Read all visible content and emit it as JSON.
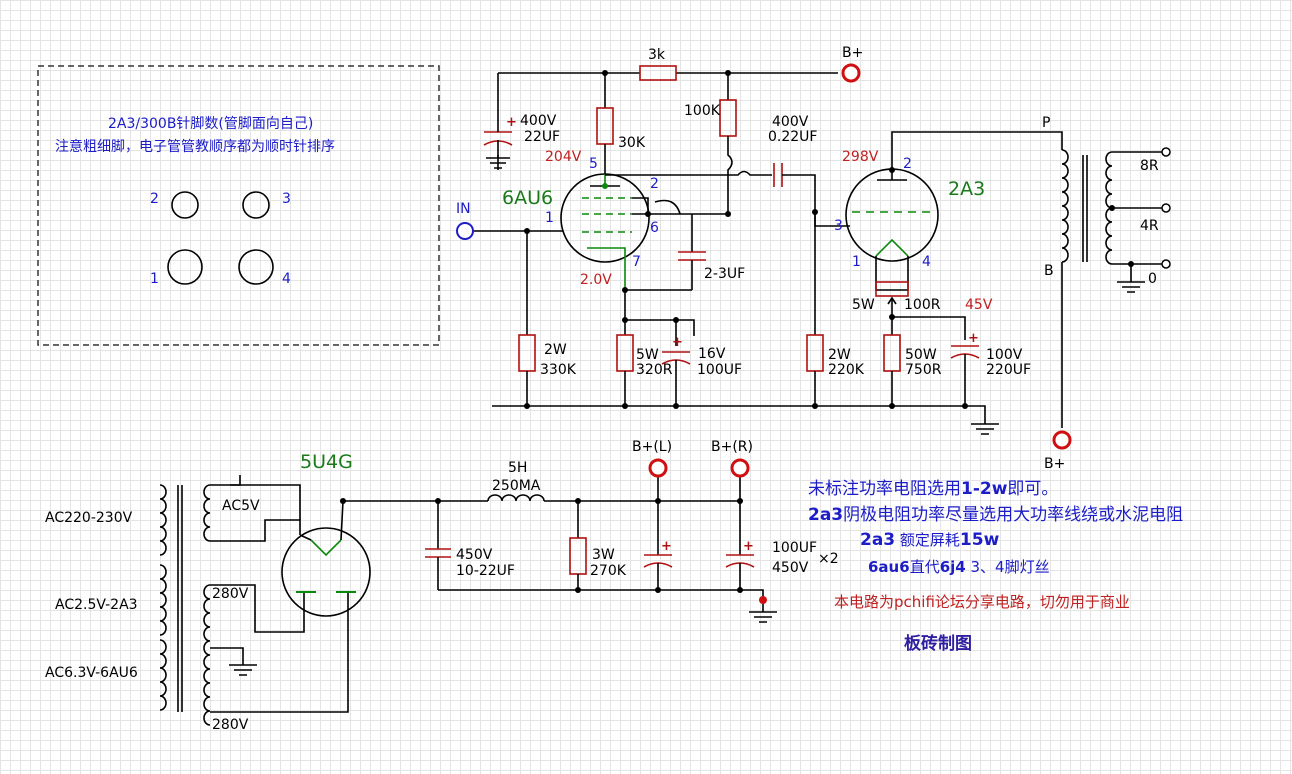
{
  "tubes": {
    "driver": "6AU6",
    "output": "2A3",
    "rectifier": "5U4G"
  },
  "pin_box": {
    "title": "2A3/300B针脚数(管脚面向自己)",
    "subtitle": "注意粗细脚，电子管管教顺序都为顺时针排序",
    "pins": [
      "2",
      "3",
      "1",
      "4"
    ]
  },
  "labels": {
    "in": "IN",
    "bplus_top": "B+",
    "bplus_out": "B+",
    "bplus_l": "B+(L)",
    "bplus_r": "B+(R)",
    "p": "P",
    "b": "B",
    "tap_8r": "8R",
    "tap_4r": "4R",
    "tap_0": "0",
    "ac_primary": "AC220-230V",
    "ac_25": "AC2.5V-2A3",
    "ac_63": "AC6.3V-6AU6",
    "ac_5v": "AC5V",
    "hv_top": "280V",
    "hv_bottom": "280V"
  },
  "components": {
    "r_3k": "3k",
    "r_100k": "100K",
    "r_30k": "30K",
    "c_in_v": "400V",
    "c_in_uf": "22UF",
    "c_coup_v": "400V",
    "c_coup_uf": "0.22UF",
    "c_fb": "2-3UF",
    "r_grid_w": "2W",
    "r_grid_v": "330K",
    "r_cath_w": "5W",
    "r_cath_v": "320R",
    "c_cath_v": "16V",
    "c_cath_uf": "100UF",
    "r_grid2_w": "2W",
    "r_grid2_v": "220K",
    "hum_pot_w": "5W",
    "hum_pot_v": "100R",
    "r_cath2_w": "50W",
    "r_cath2_v": "750R",
    "c_cath2_v": "100V",
    "c_cath2_uf": "220UF",
    "choke_h": "5H",
    "choke_ma": "250MA",
    "c_res_v": "450V",
    "c_res_uf": "10-22UF",
    "r_bleed_w": "3W",
    "r_bleed_v": "270K",
    "c_filt_uf": "100UF",
    "c_filt_v": "450V",
    "c_filt_mult": "×2"
  },
  "voltages": {
    "v_204": "204V",
    "v_2_0": "2.0V",
    "v_298": "298V",
    "v_45": "45V"
  },
  "pin_numbers": {
    "p5": "5",
    "p2": "2",
    "p1": "1",
    "p6": "6",
    "p7": "7",
    "q2": "2",
    "q3": "3",
    "q1": "1",
    "q4": "4"
  },
  "notes": {
    "note1_a": "未标注功率电阻选用",
    "note1_b": "1-2w",
    "note1_c": "即可。",
    "note2_a": "2a3",
    "note2_b": "阴极电阻功率尽量选用大功率线绕或水泥电阻",
    "note3_a": "2a3",
    "note3_b": " 额定屏耗",
    "note3_c": "15w",
    "note4_a": "6au6",
    "note4_b": "直代",
    "note4_c": "6j4",
    "note4_d": " 3、4脚灯丝",
    "share": "本电路为pchifi论坛分享电路，切勿用于商业",
    "author": "板砖制图"
  },
  "colors": {
    "wire": "#000000",
    "label_blue": "#1c1cc8",
    "voltage_red": "#c02020",
    "tube_name_green": "#1a7a1a",
    "terminal_red": "#d01010",
    "component_red": "#b01010"
  }
}
